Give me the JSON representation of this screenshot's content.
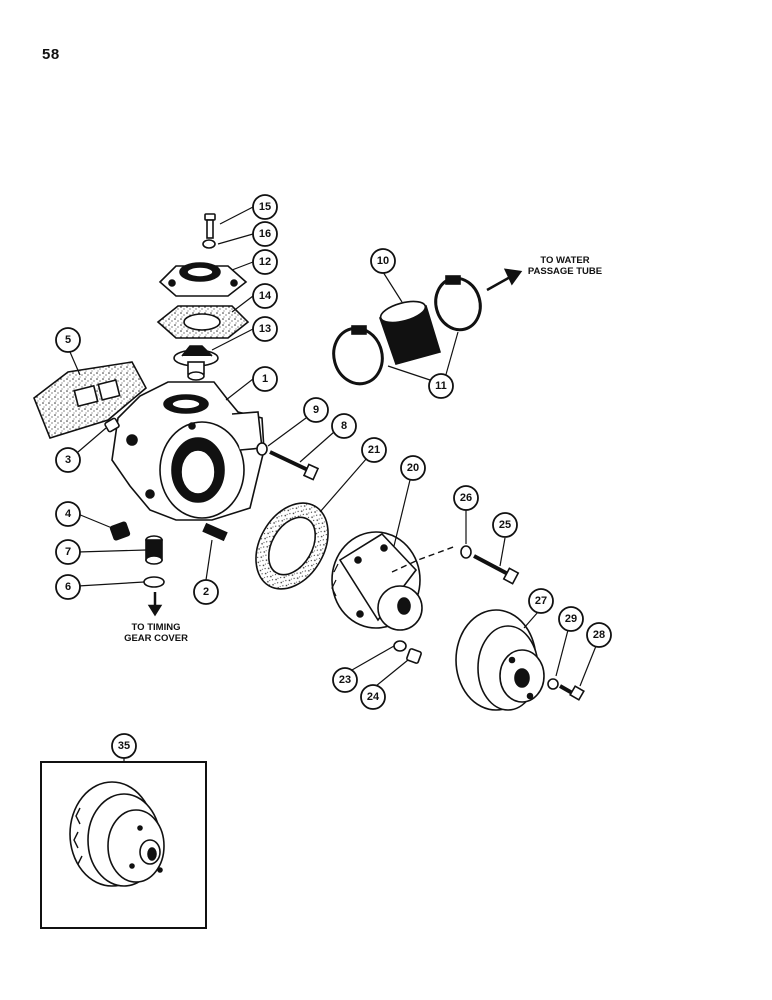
{
  "page": {
    "number": "58"
  },
  "notes": {
    "to_water_passage_tube": [
      "TO WATER",
      "PASSAGE TUBE"
    ],
    "to_timing_gear_cover": [
      "TO TIMING",
      "GEAR COVER"
    ]
  },
  "callouts": {
    "c1": "1",
    "c2": "2",
    "c3": "3",
    "c4": "4",
    "c5": "5",
    "c6": "6",
    "c7": "7",
    "c8": "8",
    "c9": "9",
    "c10": "10",
    "c11": "11",
    "c12": "12",
    "c13": "13",
    "c14": "14",
    "c15": "15",
    "c16": "16",
    "c20": "20",
    "c21": "21",
    "c23": "23",
    "c24": "24",
    "c25": "25",
    "c26": "26",
    "c27": "27",
    "c28": "28",
    "c29": "29",
    "c35": "35"
  },
  "colors": {
    "ink": "#111111",
    "paper": "#ffffff"
  }
}
